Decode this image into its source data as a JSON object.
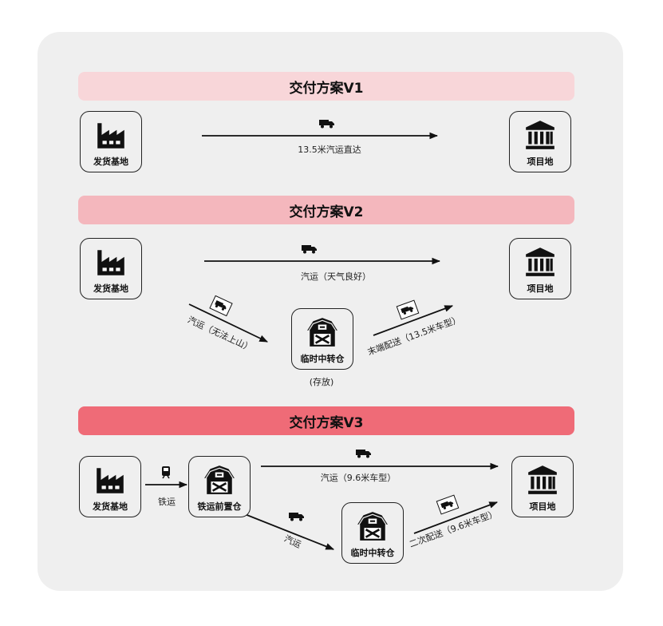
{
  "colors": {
    "v1": "#f8d6d9",
    "v2": "#f4b7bd",
    "v3": "#ef6b77",
    "panel": "#efefef"
  },
  "v1": {
    "title": "交付方案V1",
    "origin": "发货基地",
    "destination": "项目地",
    "route_label": "13.5米汽运直达"
  },
  "v2": {
    "title": "交付方案V2",
    "origin": "发货基地",
    "destination": "项目地",
    "direct_label": "汽运（天气良好）",
    "leg1_label": "汽运（无法上山）",
    "hub": "临时中转仓",
    "hub_note": "(存放)",
    "leg2_label": "末端配送（13.5米车型）"
  },
  "v3": {
    "title": "交付方案V3",
    "origin": "发货基地",
    "rail_label": "铁运",
    "rail_hub": "铁运前置仓",
    "direct_label": "汽运（9.6米车型）",
    "destination": "项目地",
    "leg1_label": "汽运",
    "hub": "临时中转仓",
    "leg2_label": "二次配送（9.6米车型）"
  }
}
